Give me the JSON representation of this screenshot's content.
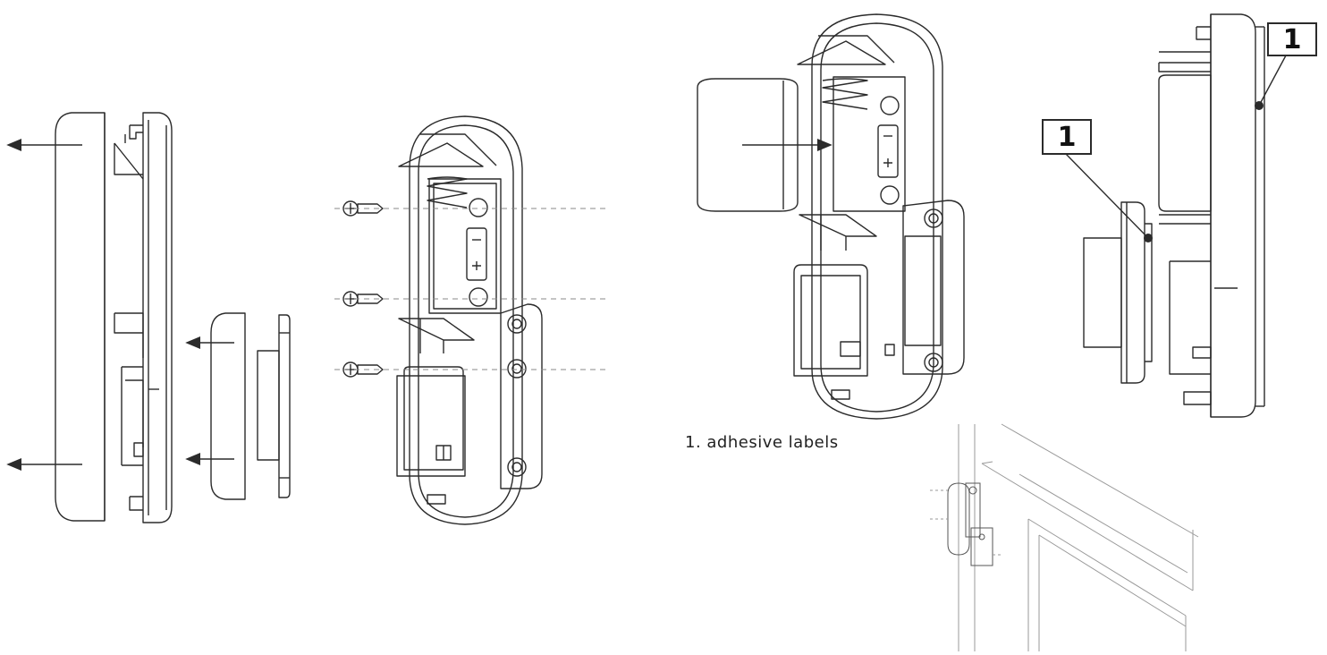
{
  "figure": {
    "callouts": [
      "1",
      "1"
    ],
    "caption": "1. adhesive labels"
  },
  "colors": {
    "line": "#2b2b2b",
    "dashed": "#8a8a8a",
    "background": "#ffffff"
  }
}
